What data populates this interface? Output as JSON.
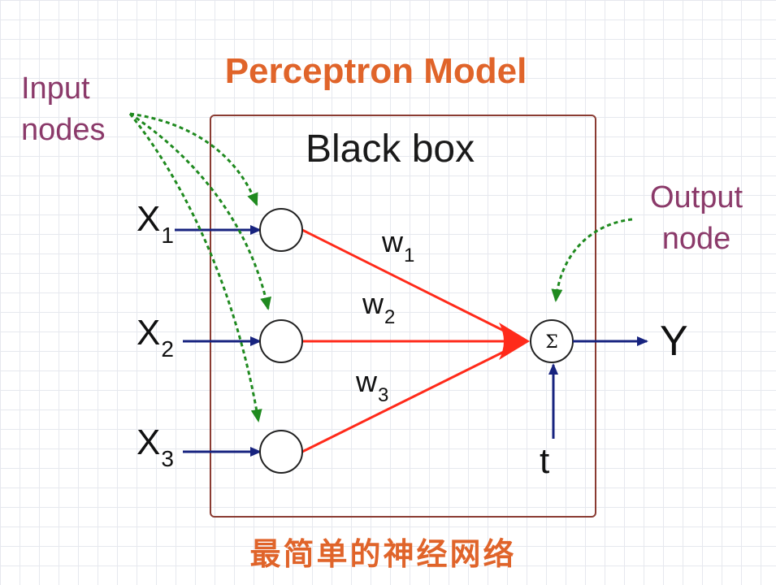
{
  "title": "Perceptron Model",
  "box_label": "Black box",
  "input_label": [
    "Input",
    "nodes"
  ],
  "output_label": [
    "Output",
    "node"
  ],
  "inputs": [
    {
      "name": "X",
      "sub": "1"
    },
    {
      "name": "X",
      "sub": "2"
    },
    {
      "name": "X",
      "sub": "3"
    }
  ],
  "weights": [
    {
      "name": "w",
      "sub": "1"
    },
    {
      "name": "w",
      "sub": "2"
    },
    {
      "name": "w",
      "sub": "3"
    }
  ],
  "output_symbol": "Σ",
  "output_var": "Y",
  "threshold": "t",
  "footer": "最简单的神经网络",
  "colors": {
    "title": "#e0642a",
    "annotation": "#8b3a6a",
    "box_border": "#8a3b32",
    "input_arrow": "#17237f",
    "weight_line": "#ff2a1a",
    "dashed_arrow": "#1f8a1f"
  }
}
